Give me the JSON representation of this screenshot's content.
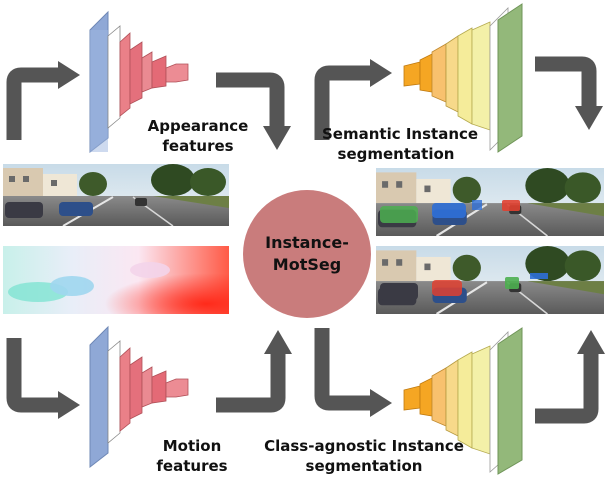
{
  "diagram": {
    "center": {
      "line1": "Instance-",
      "line2": "MotSeg",
      "color": "#c97c7c"
    },
    "labels": {
      "appearance_line1": "Appearance",
      "appearance_line2": "features",
      "motion_line1": "Motion",
      "motion_line2": "features",
      "semantic_line1": "Semantic Instance",
      "semantic_line2": "segmentation",
      "agnostic_line1": "Class-agnostic Instance",
      "agnostic_line2": "segmentation"
    },
    "colors": {
      "arrow": "#555555",
      "encoder_slab": "#8fa8d6",
      "encoder_blocks": "#e4707c",
      "decoder_blocks": [
        "#f5a623",
        "#f8c16e",
        "#f7d98a",
        "#f5ec9a"
      ],
      "decoder_slab": "#93b87a",
      "mask_green": "#4caf50",
      "mask_blue": "#2f6fd6",
      "mask_red": "#e04030"
    }
  }
}
